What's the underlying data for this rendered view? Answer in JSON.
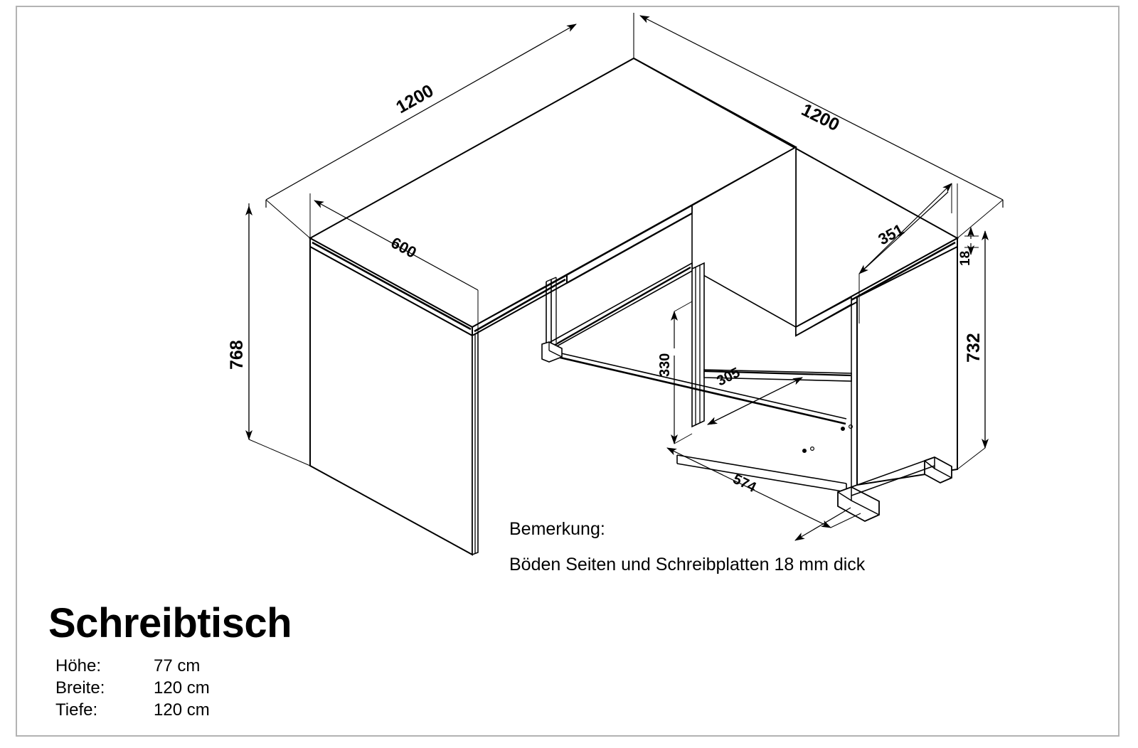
{
  "product": {
    "title": "Schreibtisch",
    "specs": [
      {
        "label": "Höhe:",
        "value": "77 cm"
      },
      {
        "label": "Breite:",
        "value": "120 cm"
      },
      {
        "label": "Tiefe:",
        "value": "120 cm"
      }
    ]
  },
  "remark": {
    "heading": "Bemerkung:",
    "text": "Böden Seiten und Schreibplatten 18 mm dick"
  },
  "dimensions": {
    "top_left_width": "1200",
    "top_right_width": "1200",
    "desk_depth": "600",
    "cabinet_depth": "351",
    "panel_thickness": "18",
    "total_height_left": "768",
    "total_height_right": "732",
    "shelf_opening_height": "330",
    "shelf_opening_depth": "305",
    "shelf_opening_width": "574"
  },
  "drawing": {
    "type": "isometric-technical-drawing",
    "line_color": "#000000",
    "background": "#ffffff",
    "border_color": "#b3b3b3"
  }
}
